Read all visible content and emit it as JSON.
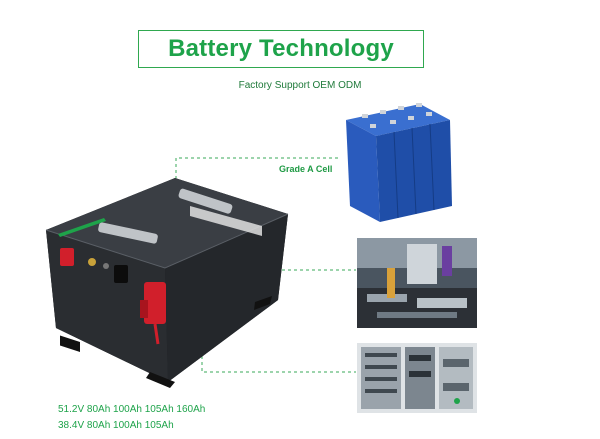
{
  "title": "Battery Technology",
  "subtitle": "Factory Support OEM ODM",
  "cell_label": "Grade A Cell",
  "specs": [
    "51.2V 80Ah 100Ah 105Ah 160Ah",
    "38.4V 80Ah 100Ah 105Ah"
  ],
  "colors": {
    "accent_green": "#1ea34a",
    "connector_line": "#3aa85a",
    "battery_body": "#2a2d31",
    "cell_blue": "#2b63c4"
  },
  "icons": {
    "battery_pack": "lithium-battery-pack-image",
    "cells": "prismatic-cells-image",
    "production": "production-line-image",
    "testing": "testing-rack-image"
  }
}
